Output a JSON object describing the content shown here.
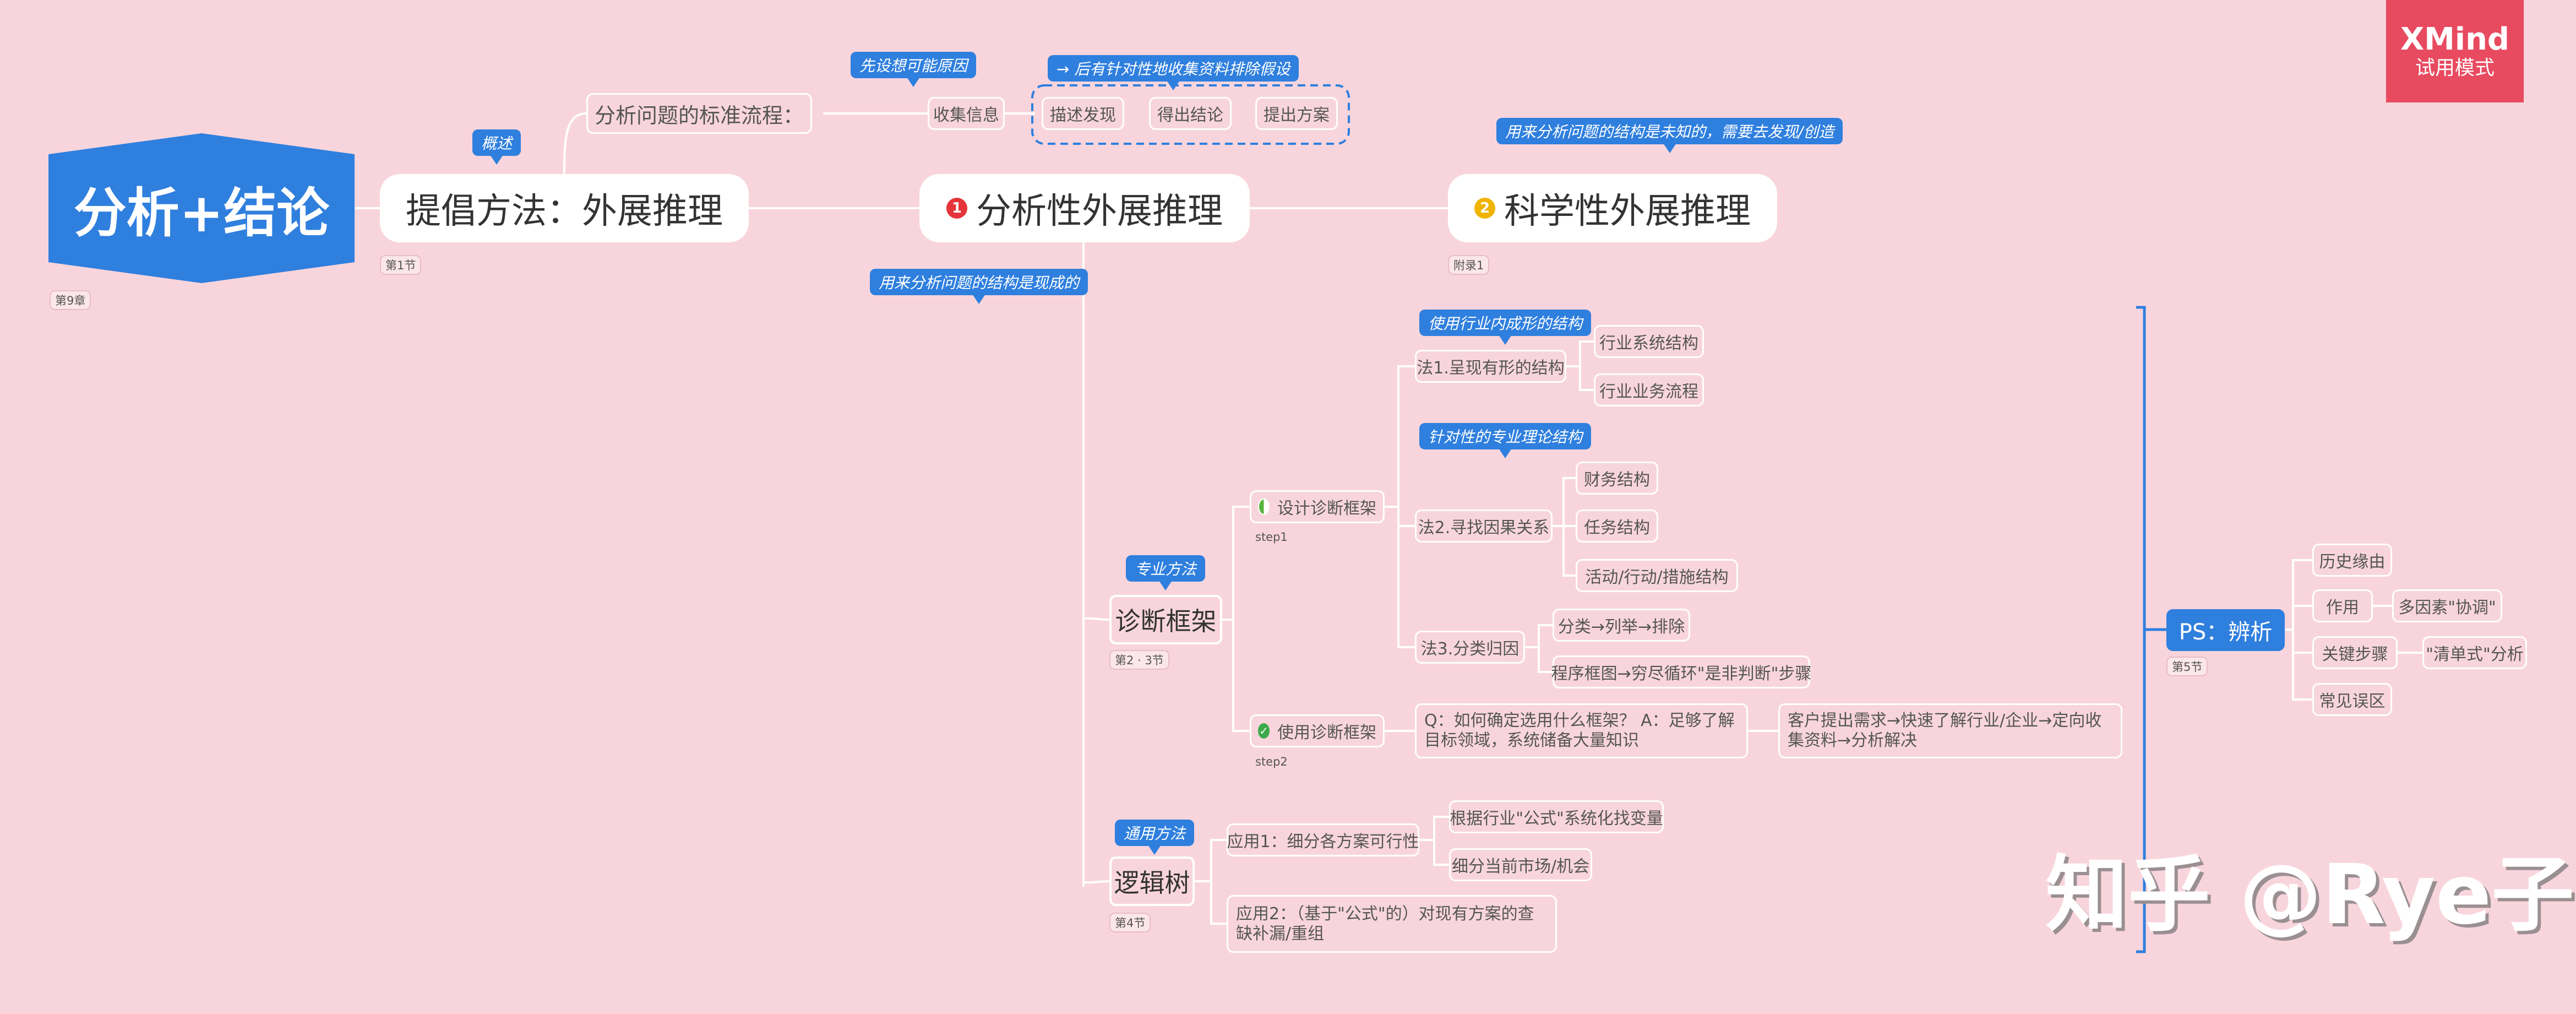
{
  "watermark": {
    "brand": "XMind",
    "mode": "试用模式"
  },
  "footer_credit": "知乎 @Rye子",
  "root": {
    "title": "分析+结论",
    "note": "第9章"
  },
  "method": {
    "title": "提倡方法：外展推理",
    "note": "第1节",
    "callout": "概述",
    "flow": {
      "label": "分析问题的标准流程：",
      "collect": "收集信息",
      "collect_callout": "先设想可能原因",
      "group_callout": "→ 后有针对性地收集资料排除假设",
      "steps": [
        "描述发现",
        "得出结论",
        "提出方案"
      ]
    }
  },
  "analytic": {
    "marker": "1",
    "title": "分析性外展推理",
    "callout": "用来分析问题的结构是现成的"
  },
  "scientific": {
    "marker": "2",
    "title": "科学性外展推理",
    "note": "附录1",
    "callout": "用来分析问题的结构是未知的，需要去发现/创造"
  },
  "diagnosis": {
    "title": "诊断框架",
    "note": "第2 · 3节",
    "callout": "专业方法",
    "step1": {
      "label": "设计诊断框架",
      "note": "step1",
      "m1": {
        "label": "法1.呈现有形的结构",
        "callout": "使用行业内成形的结构",
        "children": [
          "行业系统结构",
          "行业业务流程"
        ]
      },
      "m2": {
        "label": "法2.寻找因果关系",
        "callout": "针对性的专业理论结构",
        "children": [
          "财务结构",
          "任务结构",
          "活动/行动/措施结构"
        ]
      },
      "m3": {
        "label": "法3.分类归因",
        "children": [
          "分类→列举→排除",
          "程序框图→穷尽循环\"是非判断\"步骤"
        ]
      }
    },
    "step2": {
      "label": "使用诊断框架",
      "note": "step2",
      "qa": "Q：如何确定选用什么框架？ A：足够了解目标领域，系统储备大量知识",
      "result": "客户提出需求→快速了解行业/企业→定向收集资料→分析解决"
    }
  },
  "logic": {
    "title": "逻辑树",
    "note": "第4节",
    "callout": "通用方法",
    "app1": {
      "label": "应用1：细分各方案可行性",
      "children": [
        "根据行业\"公式\"系统化找变量",
        "细分当前市场/机会"
      ]
    },
    "app2": "应用2：（基于\"公式\"的）对现有方案的查缺补漏/重组"
  },
  "ps": {
    "title": "PS：辨析",
    "note": "第5节",
    "items": [
      "历史缘由",
      "作用",
      "关键步骤",
      "常见误区"
    ],
    "role_detail": "多因素\"协调\"",
    "steps_detail": "\"清单式\"分析"
  },
  "colors": {
    "background": "#f8d5dc",
    "accent_blue": "#2f7fde",
    "line": "#ffffff",
    "bracket": "#2f7fde",
    "watermark_red": "#e84a5f",
    "marker1": "#e5353a",
    "marker2": "#f0b400",
    "step1_icon": "#58b33c",
    "step2_icon": "#3aaa4a"
  }
}
